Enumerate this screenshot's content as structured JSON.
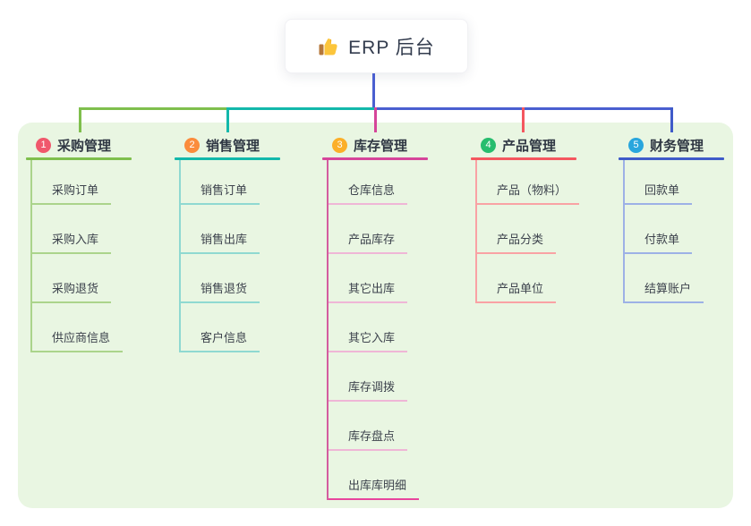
{
  "root": {
    "label": "ERP 后台",
    "icon": "thumbs-up-icon"
  },
  "colors": {
    "canvas_bg": "#ffffff",
    "panel_bg": "#e9f6e2",
    "root_line": "#4a5fd0",
    "root_text": "#333c4e",
    "header_text": "#2f3743",
    "item_text": "#3d434d"
  },
  "branches": [
    {
      "num": "1",
      "label": "采购管理",
      "badge_color": "#f0586c",
      "line_color": "#7fbf4d",
      "sub_color": "#abd48b",
      "items": [
        {
          "label": "采购订单"
        },
        {
          "label": "采购入库"
        },
        {
          "label": "采购退货"
        },
        {
          "label": "供应商信息"
        }
      ]
    },
    {
      "num": "2",
      "label": "销售管理",
      "badge_color": "#fb8c3c",
      "line_color": "#13b8ab",
      "sub_color": "#8fd9d1",
      "items": [
        {
          "label": "销售订单"
        },
        {
          "label": "销售出库"
        },
        {
          "label": "销售退货"
        },
        {
          "label": "客户信息"
        }
      ]
    },
    {
      "num": "3",
      "label": "库存管理",
      "badge_color": "#fbaf29",
      "line_color": "#d6459a",
      "sub_color": "#efb6d6",
      "vert_color": "#d45d9f",
      "items": [
        {
          "label": "仓库信息"
        },
        {
          "label": "产品库存"
        },
        {
          "label": "其它出库"
        },
        {
          "label": "其它入库"
        },
        {
          "label": "库存调拨"
        },
        {
          "label": "库存盘点"
        },
        {
          "label": "出库库明细",
          "underline_color": "#e8459d"
        }
      ]
    },
    {
      "num": "4",
      "label": "产品管理",
      "badge_color": "#27bd6e",
      "line_color": "#f4575f",
      "sub_color": "#f9a2a4",
      "items": [
        {
          "label": "产品（物料）"
        },
        {
          "label": "产品分类"
        },
        {
          "label": "产品单位"
        }
      ]
    },
    {
      "num": "5",
      "label": "财务管理",
      "badge_color": "#29a6dd",
      "line_color": "#3f5bc9",
      "sub_color": "#9db1e6",
      "items": [
        {
          "label": "回款单"
        },
        {
          "label": "付款单"
        },
        {
          "label": "结算账户"
        }
      ]
    }
  ]
}
